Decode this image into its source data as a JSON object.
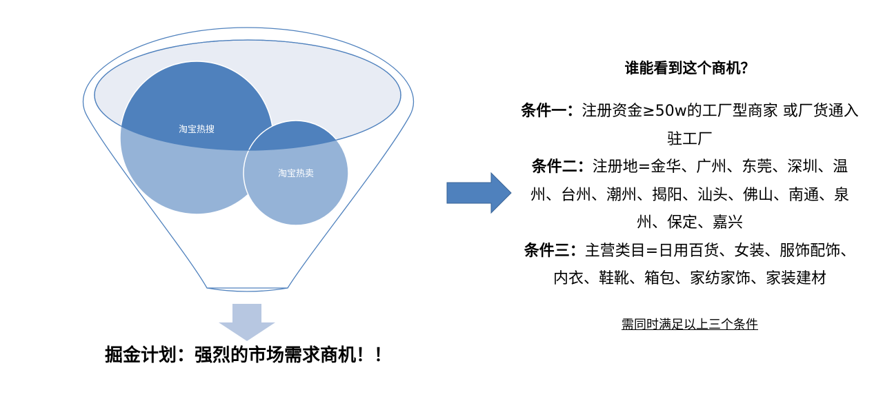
{
  "funnel": {
    "circles": [
      {
        "label": "淘宝热搜"
      },
      {
        "label": "淘宝热卖"
      }
    ],
    "caption": "掘金计划：强烈的市场需求商机！！"
  },
  "panel": {
    "title": "谁能看到这个商机？",
    "conditions": [
      {
        "label": "条件一：",
        "text": "注册资金≥50w的工厂型商家 或厂货通入驻工厂"
      },
      {
        "label": "条件二：",
        "text": "注册地=金华、广州、东莞、深圳、温州、台州、潮州、揭阳、汕头、佛山、南通、泉州、保定、嘉兴"
      },
      {
        "label": "条件三：",
        "text": "主营类目=日用百货、女装、服饰配饰、内衣、鞋靴、箱包、家纺家饰、家装建材"
      }
    ],
    "note": "需同时满足以上三个条件"
  },
  "colors": {
    "funnel_stroke": "#4f81bd",
    "funnel_top_fill": "#e8ecf4",
    "circle_dark": "#4f81bd",
    "circle_light": "#95b3d7",
    "overlap": "#5a7fb6",
    "down_arrow": "#b7c7e1",
    "right_arrow": "#4f81bd"
  }
}
